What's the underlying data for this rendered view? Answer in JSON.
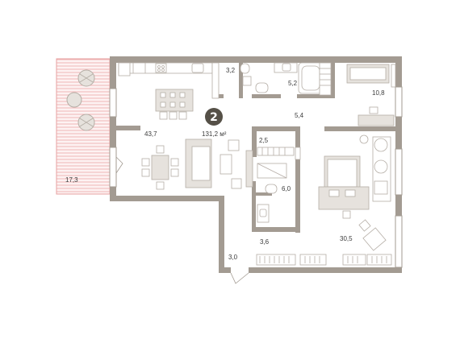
{
  "plan": {
    "rooms_count": "2",
    "total_area": "131,2 м²",
    "rooms": [
      {
        "id": "living",
        "area": "43,7"
      },
      {
        "id": "terrace",
        "area": "17,3"
      },
      {
        "id": "wc",
        "area": "3,2"
      },
      {
        "id": "bathroom",
        "area": "5,2"
      },
      {
        "id": "study",
        "area": "10,8"
      },
      {
        "id": "hall",
        "area": "5,4"
      },
      {
        "id": "storage",
        "area": "2,5"
      },
      {
        "id": "bathroom-2",
        "area": "6,0"
      },
      {
        "id": "corridor",
        "area": "3,6"
      },
      {
        "id": "entry",
        "area": "3,0"
      },
      {
        "id": "bedroom",
        "area": "30,5"
      }
    ],
    "colors": {
      "wall": "#a39b92",
      "furniture_stroke": "#b5aea6",
      "furniture_fill": "#e6e2dd",
      "terrace_hatch": "#f0b6b6",
      "badge": "#555047"
    }
  }
}
